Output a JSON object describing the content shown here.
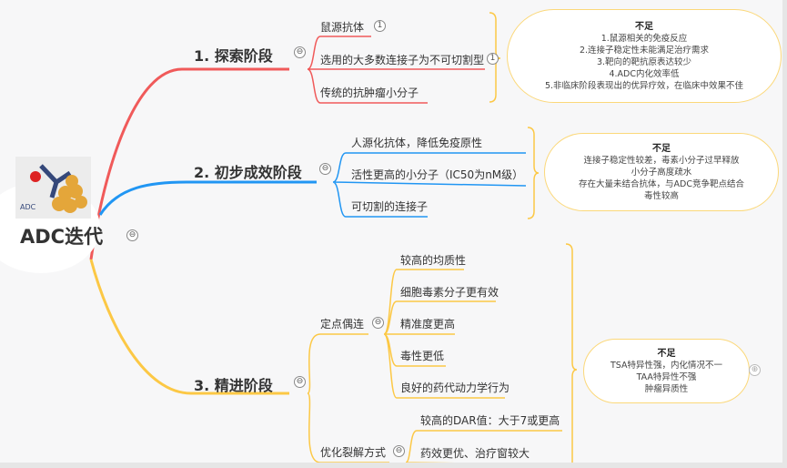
{
  "root": {
    "label": "ADC迭代",
    "image_caption": "ADC"
  },
  "stages": [
    {
      "title": "1. 探索阶段",
      "color": "#f05a5a",
      "items": [
        "鼠源抗体",
        "选用的大多数连接子为不可切割型",
        "传统的抗肿瘤小分子"
      ],
      "badges": [
        "1",
        "1"
      ],
      "note": {
        "title": "不足",
        "lines": [
          "1.鼠源相关的免疫反应",
          "2.连接子稳定性未能满足治疗需求",
          "3.靶向的靶抗原表达较少",
          "4.ADC内化效率低",
          "5.非临床阶段表现出的优异疗效，在临床中效果不佳"
        ]
      }
    },
    {
      "title": "2. 初步成效阶段",
      "color": "#2196f3",
      "items": [
        "人源化抗体，降低免疫原性",
        "活性更高的小分子（IC50为nM级）",
        "可切割的连接子"
      ],
      "note": {
        "title": "不足",
        "lines": [
          "连接子稳定性较差，毒素小分子过早释放",
          "小分子高度疏水",
          "存在大量未结合抗体，与ADC竞争靶点结合",
          "毒性较高"
        ]
      }
    },
    {
      "title": "3. 精进阶段",
      "color": "#fcc845",
      "groups": [
        {
          "label": "定点偶连",
          "items": [
            "较高的均质性",
            "细胞毒素分子更有效",
            "精准度更高",
            "毒性更低",
            "良好的药代动力学行为"
          ]
        },
        {
          "label": "优化裂解方式",
          "items": [
            "较高的DAR值：大于7或更高",
            "药效更优、治疗窗较大"
          ]
        }
      ],
      "note": {
        "title": "不足",
        "lines": [
          "TSA特异性强，内化情况不一",
          "TAA特异性不强",
          "肿瘤异质性"
        ]
      }
    }
  ],
  "icons": {
    "collapse": "⊖",
    "expand": "⊕"
  }
}
